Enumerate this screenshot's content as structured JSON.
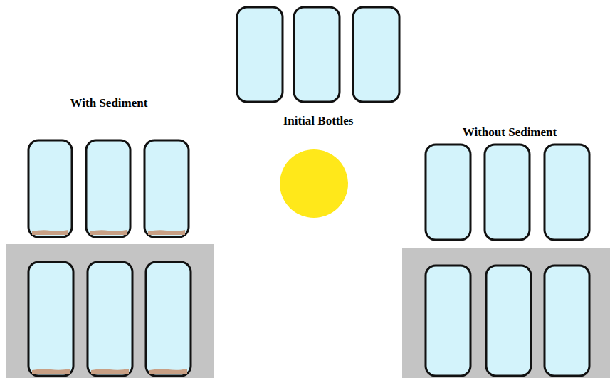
{
  "diagram": {
    "labels": [
      "With Sediment",
      "Initial Bottles",
      "Without Sediment"
    ]
  }
}
